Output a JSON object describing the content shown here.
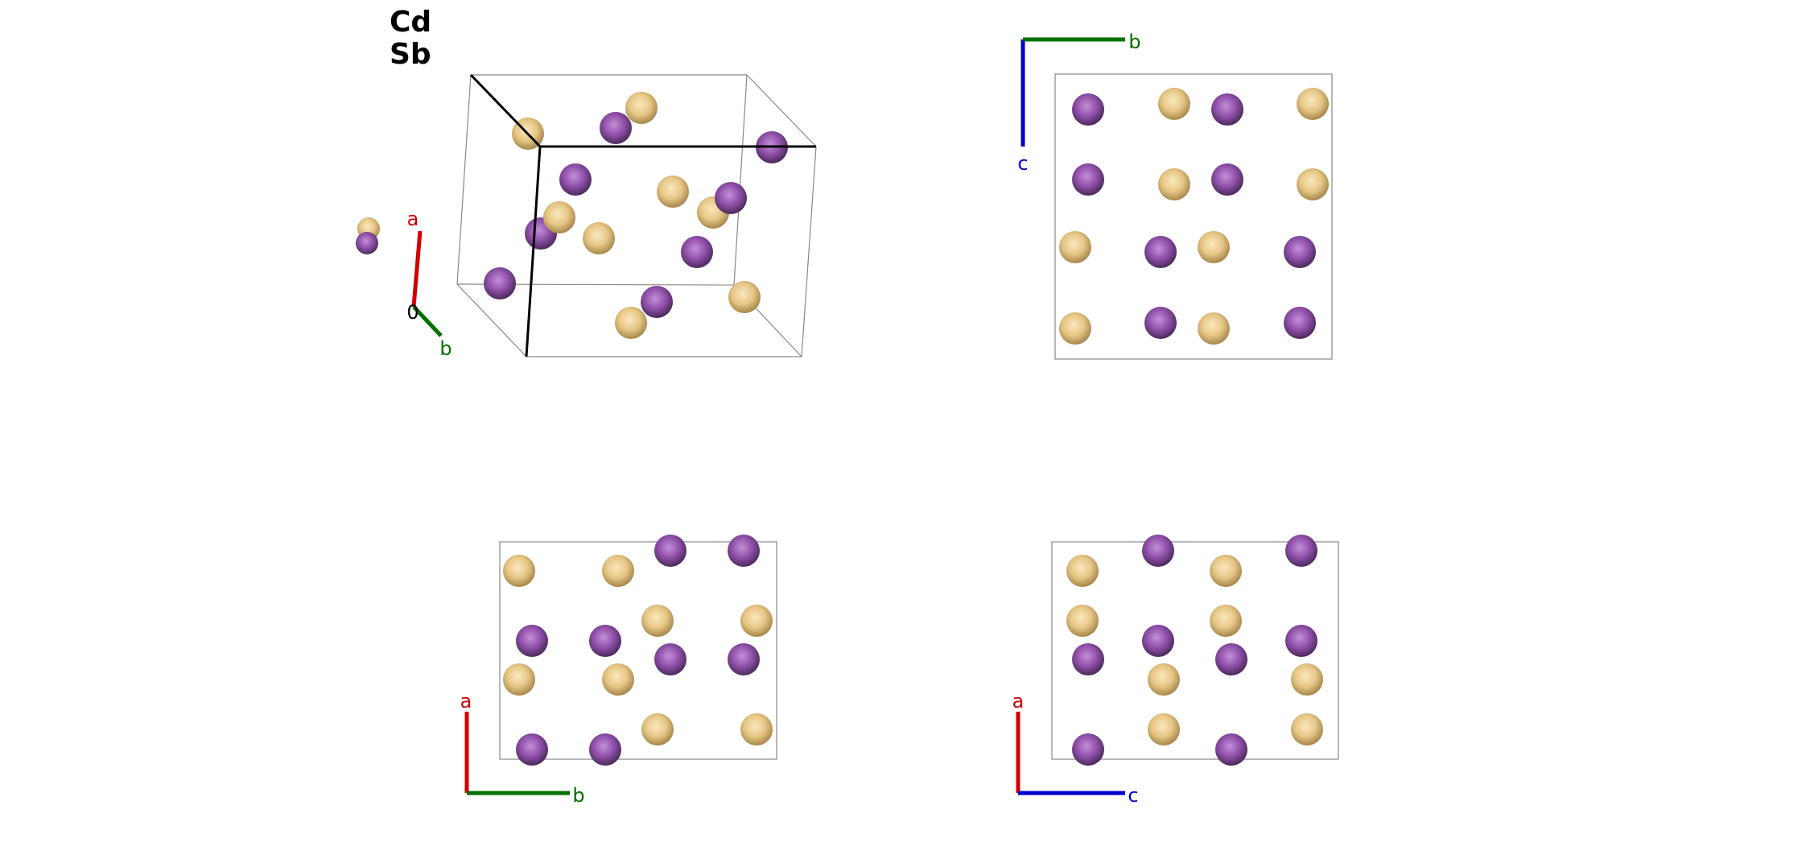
{
  "legend": {
    "element1": "Cd",
    "element2": "Sb"
  },
  "colors": {
    "cd": "#8e4fa8",
    "sb": "#e6c685",
    "axis_a": "#d00000",
    "axis_b": "#007000",
    "axis_c": "#0000cc",
    "cell_edge": "#888888",
    "cell_edge_front": "#000000"
  },
  "axis_labels": {
    "persp": {
      "a": "a",
      "b": "b",
      "origin": "0"
    },
    "view_bc": {
      "b": "b",
      "c": "c"
    },
    "view_ab": {
      "a": "a",
      "b": "b"
    },
    "view_ac": {
      "a": "a",
      "c": "c"
    }
  }
}
